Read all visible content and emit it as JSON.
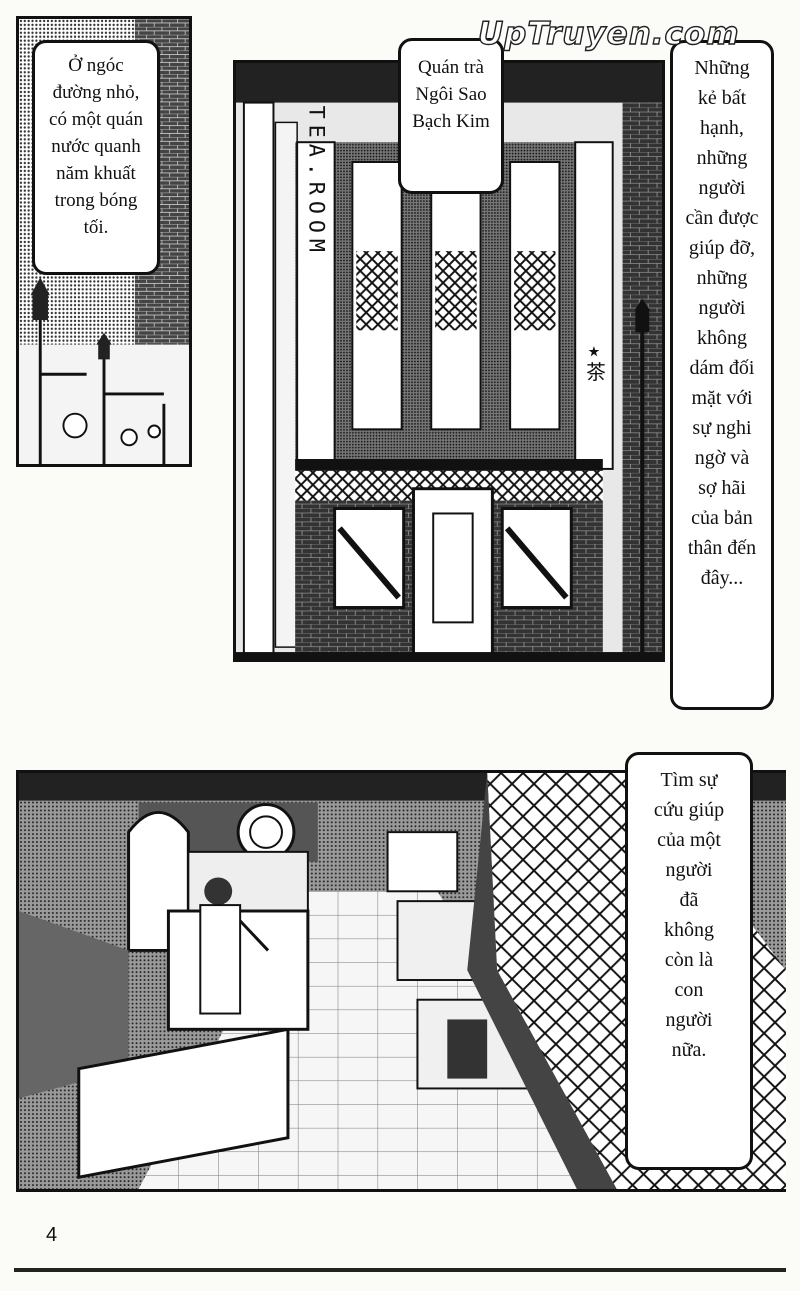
{
  "watermark": "UpTruyen.com",
  "page_number": "4",
  "captions": {
    "alley": [
      "Ở ngóc",
      "đường nhỏ,",
      "có một quán",
      "nước quanh",
      "năm khuất",
      "trong bóng",
      "tối."
    ],
    "shop_name": [
      "Quán trà",
      "Ngôi Sao",
      "Bạch Kim"
    ],
    "unfortunate": [
      "Những",
      "kẻ bất",
      "hạnh,",
      "những",
      "người",
      "cần được",
      "giúp đỡ,",
      "những",
      "người",
      "không",
      "dám đối",
      "mặt với",
      "sự nghi",
      "ngờ và",
      "sợ hãi",
      "của bản",
      "thân đến",
      "đây..."
    ],
    "help": [
      "Tìm sự",
      "cứu giúp",
      "của một",
      "người",
      "đã",
      "không",
      "còn là",
      "con",
      "người",
      "nữa."
    ]
  },
  "signs": {
    "tea_room": "TEA.ROOM",
    "star_tea": "★茶"
  },
  "colors": {
    "ink": "#111111",
    "paper": "#fbfbf8",
    "screentone": "#6a6a6a"
  }
}
